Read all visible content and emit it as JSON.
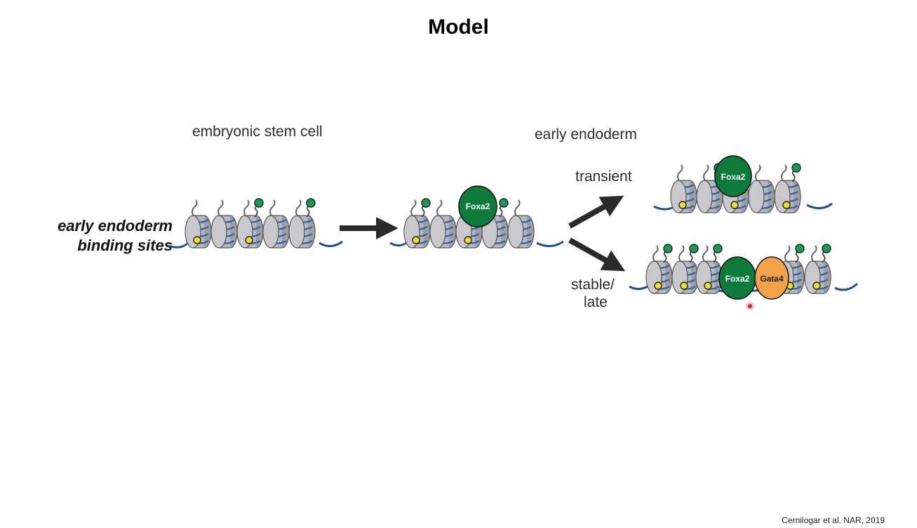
{
  "title": "Model",
  "stages": {
    "esc_label": "embryonic stem cell",
    "endoderm_label": "early endoderm",
    "transient_label": "transient",
    "stable_label_line1": "stable/",
    "stable_label_line2": "late"
  },
  "side_label": {
    "line1": "early endoderm",
    "line2": "binding sites"
  },
  "proteins": {
    "foxa2": "Foxa2",
    "gata4": "Gata4"
  },
  "colors": {
    "dna": "#1f4f8f",
    "histone_gray": "#b9b9bd",
    "histone_stripe": "#2a63b0",
    "mark_green": "#1a9a55",
    "yellow_mark": "#f2dc2c",
    "foxa2": "#0e7a3b",
    "gata4": "#f4a24a",
    "arrow": "#2b2b2b",
    "pointer": "#e0202a"
  },
  "citation": "Cernilogar et al. NAR, 2019"
}
